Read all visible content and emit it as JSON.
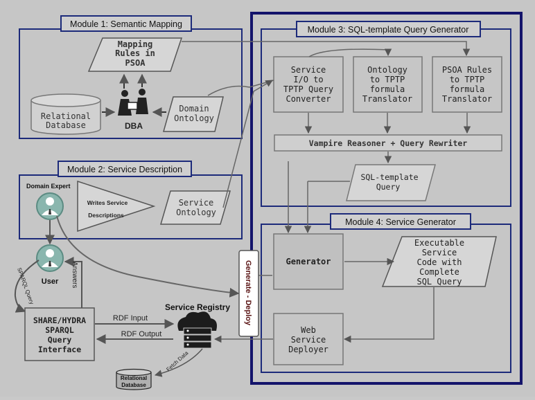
{
  "modules": {
    "m1": {
      "title": "Module 1: Semantic Mapping"
    },
    "m2": {
      "title": "Module 2: Service Description"
    },
    "m3": {
      "title": "Module 3: SQL-template Query Generator"
    },
    "m4": {
      "title": "Module 4: Service Generator"
    }
  },
  "m1": {
    "mapping_rules": [
      "Mapping",
      "Rules in",
      "PSOA"
    ],
    "relational_db": [
      "Relational",
      "Database"
    ],
    "dba": "DBA",
    "domain_ontology": [
      "Domain",
      "Ontology"
    ]
  },
  "m2": {
    "domain_expert": "Domain Expert",
    "writes": [
      "Writes Service",
      "Descriptions"
    ],
    "service_ontology": [
      "Service",
      "Ontology"
    ]
  },
  "m3": {
    "service_io": [
      "Service",
      "I/O to",
      "TPTP Query",
      "Converter"
    ],
    "ontology_tptp": [
      "Ontology",
      "to TPTP",
      "formula",
      "Translator"
    ],
    "psoa_tptp": [
      "PSOA Rules",
      "to TPTP",
      "formula",
      "Translator"
    ],
    "vampire": "Vampire Reasoner + Query Rewriter",
    "sql_template": [
      "SQL-template",
      "Query"
    ]
  },
  "m4": {
    "generator": "Generator",
    "executable": [
      "Executable",
      "Service",
      "Code with",
      "Complete",
      "SQL Query"
    ],
    "web_deployer": [
      "Web",
      "Service",
      "Deployer"
    ]
  },
  "outside": {
    "user": "User",
    "sparql_query": "SPARQL Query",
    "answers": "Answers",
    "share_hydra": [
      "SHARE/HYDRA",
      "SPARQL",
      "Query",
      "Interface"
    ],
    "rdf_input": "RDF Input",
    "rdf_output": "RDF Output",
    "service_registry": "Service Registry",
    "fetch_data": "Fetch Data",
    "relational_db_small": [
      "Relational",
      "Database"
    ],
    "generate_deploy": "Generate - Deploy"
  }
}
